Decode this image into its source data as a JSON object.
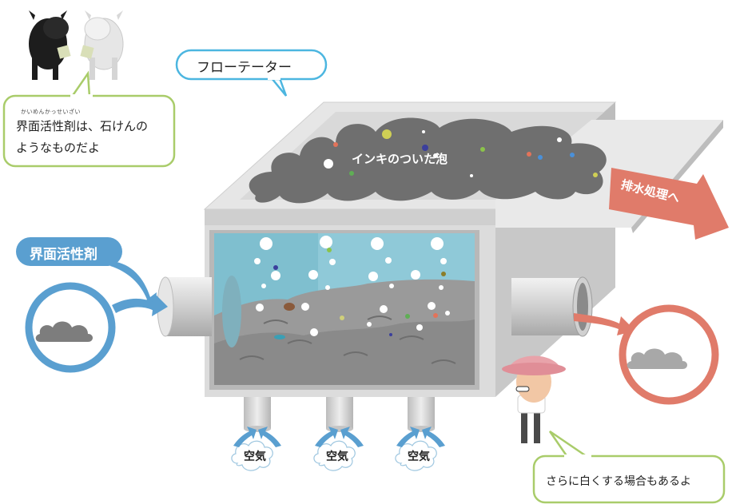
{
  "labels": {
    "floatator": "フローテーター",
    "foam": "インキのついた泡",
    "drain": "排水処理へ",
    "surfactant_tag": "界面活性剤",
    "air": [
      "空気",
      "空気",
      "空気"
    ]
  },
  "goat_bubble": {
    "ruby": "かいめんかっせいざい",
    "line1": "界面活性剤は、石けんの",
    "line2": "ようなものだよ"
  },
  "farmer_bubble": {
    "text": "さらに白くする場合もあるよ"
  },
  "colors": {
    "green_outline": "#a9cc6a",
    "blue_outline": "#4cb6e0",
    "surfactant_blue": "#5a9fd0",
    "drain_red": "#e07b6a",
    "tank_gray": "#d7d7d7",
    "water": "#8fc9d8",
    "ink_foam": "#6d6d6d"
  }
}
